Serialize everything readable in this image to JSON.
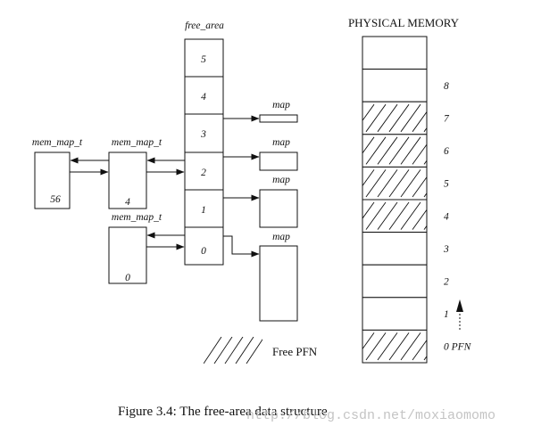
{
  "free_area": {
    "title": "free_area",
    "orders": [
      "5",
      "4",
      "3",
      "2",
      "1",
      "0"
    ]
  },
  "mem_map_labels": {
    "left": "mem_map_t",
    "middle": "mem_map_t",
    "bottom": "mem_map_t"
  },
  "mem_map_values": {
    "left": "56",
    "middle": "4",
    "bottom": "0"
  },
  "map_label": "map",
  "physical_memory": {
    "title": "PHYSICAL MEMORY",
    "frames": [
      {
        "label": "",
        "free": false
      },
      {
        "label": "8",
        "free": false
      },
      {
        "label": "7",
        "free": true
      },
      {
        "label": "6",
        "free": true
      },
      {
        "label": "5",
        "free": true
      },
      {
        "label": "4",
        "free": true
      },
      {
        "label": "3",
        "free": false
      },
      {
        "label": "2",
        "free": false
      },
      {
        "label": "1",
        "free": false
      },
      {
        "label": "0 PFN",
        "free": true
      }
    ]
  },
  "legend": {
    "label": "Free PFN"
  },
  "caption": "Figure 3.4: The free-area data structure",
  "watermark": "http://blog.csdn.net/moxiaomomo"
}
